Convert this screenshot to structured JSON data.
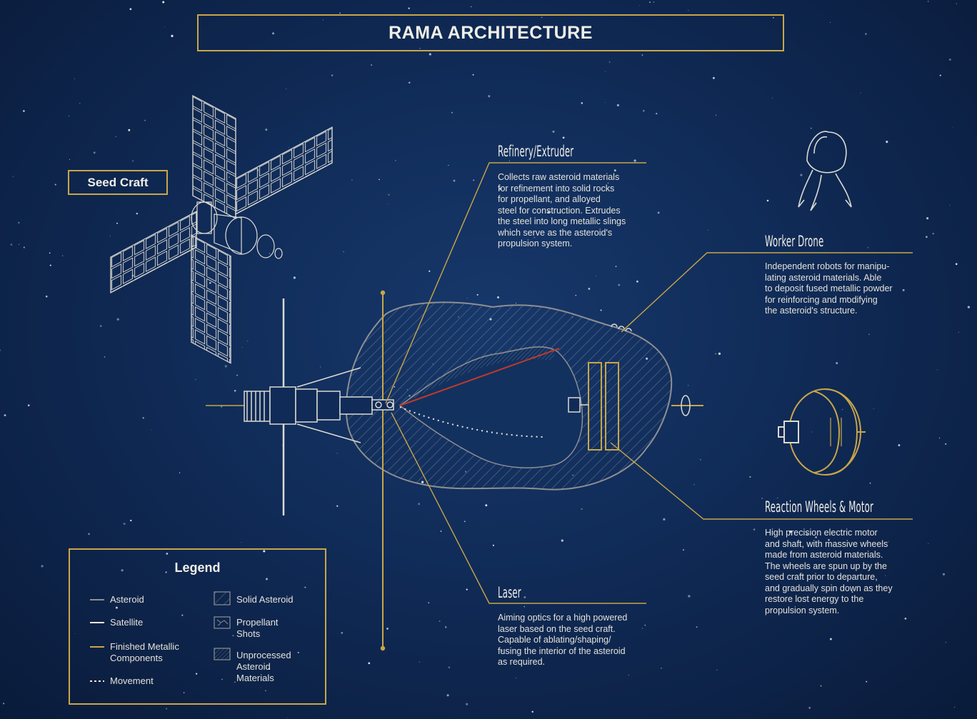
{
  "title": "RAMA ARCHITECTURE",
  "seed_craft": "Seed Craft",
  "components": {
    "refinery": {
      "heading": "Refinery/Extruder",
      "lines": [
        "Collects raw asteroid materials",
        "for refinement into solid rocks",
        "for propellant, and alloyed",
        "steel for construction. Extrudes",
        "the steel into long metallic slings",
        "which serve as the asteroid's",
        "propulsion system."
      ]
    },
    "worker_drone": {
      "heading": "Worker Drone",
      "lines": [
        "Independent robots for manipu-",
        "lating asteroid materials. Able",
        "to deposit fused metallic powder",
        "for reinforcing and modifying",
        "the asteroid's structure."
      ]
    },
    "reaction_wheels": {
      "heading": "Reaction Wheels & Motor",
      "lines": [
        "High precision electric motor",
        "and shaft, with massive wheels",
        "made from asteroid materials.",
        "The wheels are spun up by the",
        "seed craft prior to departure,",
        "and gradually spin down as they",
        "restore lost energy to the",
        "propulsion system."
      ]
    },
    "laser": {
      "heading": "Laser",
      "lines": [
        "Aiming optics for a high powered",
        "laser based on the seed craft.",
        "Capable of ablating/shaping/",
        "fusing the interior of the asteroid",
        "as required."
      ]
    }
  },
  "legend": {
    "title": "Legend",
    "items": [
      {
        "lines": [
          "Asteroid"
        ]
      },
      {
        "lines": [
          "Satellite"
        ]
      },
      {
        "lines": [
          "Finished Metallic",
          "Components"
        ]
      },
      {
        "lines": [
          "Movement"
        ]
      },
      {
        "lines": [
          "Solid Asteroid"
        ]
      },
      {
        "lines": [
          "Propellant",
          "Shots"
        ]
      },
      {
        "lines": [
          "Unprocessed",
          "Asteroid",
          "Materials"
        ]
      }
    ]
  },
  "colors": {
    "background": "#102b57",
    "gold": "#c9a648",
    "line_white": "#e8e6de",
    "asteroid_gray": "#8e8f92",
    "laser_red": "#c0392b"
  }
}
